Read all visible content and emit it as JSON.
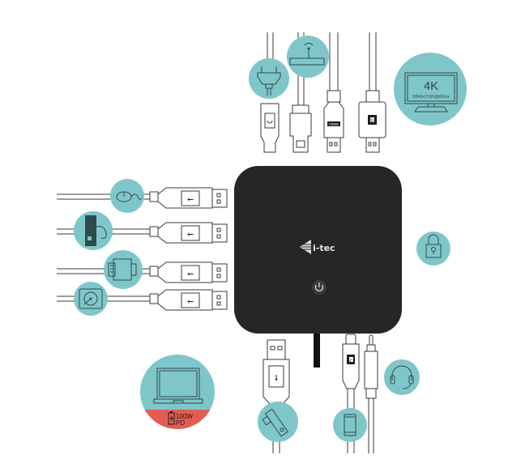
{
  "diagram": {
    "title": "i-tec docking station connectivity",
    "dock": {
      "brand": "i-tec",
      "power_button": "power-button",
      "body_color": "#262626"
    },
    "accent_color": "#7fc6c9",
    "power_delivery_color": "#e35b52",
    "top_connectors": [
      {
        "name": "usb-c-power-input",
        "device": "power-adapter"
      },
      {
        "name": "ethernet-rj45",
        "device": "router"
      },
      {
        "name": "hdmi",
        "label": "HDMI"
      },
      {
        "name": "displayport",
        "label": "D"
      }
    ],
    "monitor": {
      "resolution_label": "4K",
      "spec_label": "3840x2160@60Hz"
    },
    "left_connectors": [
      {
        "name": "usb-a-1",
        "device": "mouse"
      },
      {
        "name": "usb-a-2",
        "device": "keyboard"
      },
      {
        "name": "usb-a-3",
        "device": "printer"
      },
      {
        "name": "usb-a-4",
        "device": "hard-drive"
      }
    ],
    "right_feature": {
      "name": "kensington-lock"
    },
    "bottom_connectors": [
      {
        "name": "usb-a-bottom",
        "device": "usb-flash-drive"
      },
      {
        "name": "usb-c-bottom",
        "label": "C",
        "device": "smartphone"
      },
      {
        "name": "audio-jack",
        "device": "headset"
      }
    ],
    "laptop": {
      "pd_wattage": "100W",
      "pd_label": "PD"
    }
  }
}
